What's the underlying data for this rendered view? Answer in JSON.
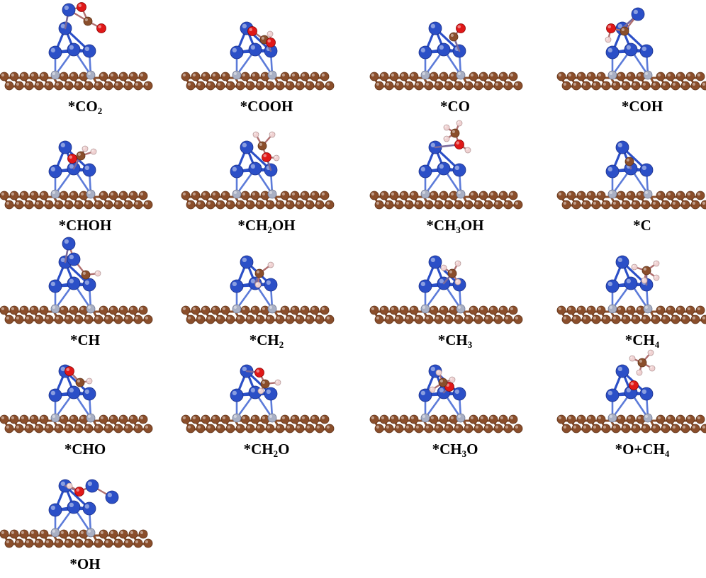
{
  "colors": {
    "carbon": "#8a4e2b",
    "carbon_dark": "#5e3218",
    "metal": "#2b4fc7",
    "metal_dark": "#1a2f88",
    "nitrogen": "#a9b0c4",
    "oxygen": "#e01818",
    "hydrogen": "#f0d2d2",
    "background": "#ffffff"
  },
  "panels": [
    {
      "id": "co2",
      "label": {
        "main": "*CO",
        "sub": "2",
        "tail": ""
      },
      "adsorbate": [
        [
          "M",
          97,
          14
        ],
        [
          "C",
          124,
          30
        ],
        [
          "O",
          115,
          10
        ],
        [
          "O",
          143,
          40
        ]
      ],
      "bonds": [
        [
          0,
          1
        ],
        [
          1,
          2
        ],
        [
          1,
          3
        ],
        [
          0,
          2
        ]
      ]
    },
    {
      "id": "cooh",
      "label": {
        "main": "*COOH",
        "sub": "",
        "tail": ""
      },
      "adsorbate": [
        [
          "C",
          117,
          56
        ],
        [
          "O",
          100,
          44
        ],
        [
          "O",
          126,
          60
        ],
        [
          "H",
          125,
          48
        ]
      ],
      "bonds": [
        [
          0,
          1
        ],
        [
          0,
          2
        ],
        [
          2,
          3
        ]
      ]
    },
    {
      "id": "co",
      "label": {
        "main": "*CO",
        "sub": "",
        "tail": ""
      },
      "adsorbate": [
        [
          "C",
          118,
          52
        ],
        [
          "O",
          128,
          40
        ]
      ],
      "bonds": [
        [
          0,
          1
        ]
      ]
    },
    {
      "id": "coh",
      "label": {
        "main": "*COH",
        "sub": "",
        "tail": ""
      },
      "adsorbate": [
        [
          "M",
          114,
          20
        ],
        [
          "C",
          95,
          44
        ],
        [
          "O",
          76,
          40
        ],
        [
          "H",
          72,
          56
        ]
      ],
      "bonds": [
        [
          0,
          1
        ],
        [
          1,
          2
        ],
        [
          2,
          3
        ]
      ]
    },
    {
      "id": "choh",
      "label": {
        "main": "*CHOH",
        "sub": "",
        "tail": ""
      },
      "adsorbate": [
        [
          "C",
          114,
          52
        ],
        [
          "O",
          102,
          56
        ],
        [
          "H",
          132,
          46
        ],
        [
          "H",
          120,
          42
        ]
      ],
      "bonds": [
        [
          0,
          1
        ],
        [
          0,
          2
        ],
        [
          0,
          3
        ]
      ]
    },
    {
      "id": "ch2oh",
      "label": {
        "main": "*CH",
        "sub": "2",
        "tail": "OH"
      },
      "adsorbate": [
        [
          "O",
          120,
          54
        ],
        [
          "C",
          114,
          38
        ],
        [
          "H",
          105,
          22
        ],
        [
          "H",
          128,
          22
        ],
        [
          "H",
          134,
          55
        ]
      ],
      "bonds": [
        [
          0,
          1
        ],
        [
          1,
          2
        ],
        [
          1,
          3
        ],
        [
          0,
          4
        ]
      ]
    },
    {
      "id": "ch3oh",
      "label": {
        "main": "*CH",
        "sub": "3",
        "tail": "OH"
      },
      "adsorbate": [
        [
          "O",
          126,
          36
        ],
        [
          "C",
          120,
          20
        ],
        [
          "H",
          108,
          12
        ],
        [
          "H",
          126,
          6
        ],
        [
          "H",
          108,
          28
        ],
        [
          "H",
          138,
          44
        ]
      ],
      "bonds": [
        [
          0,
          1
        ],
        [
          1,
          2
        ],
        [
          1,
          3
        ],
        [
          1,
          4
        ],
        [
          0,
          5
        ]
      ]
    },
    {
      "id": "c",
      "label": {
        "main": "*C",
        "sub": "",
        "tail": ""
      },
      "adsorbate": [
        [
          "C",
          102,
          60
        ]
      ],
      "bonds": []
    },
    {
      "id": "ch",
      "label": {
        "main": "*CH",
        "sub": "",
        "tail": ""
      },
      "adsorbate": [
        [
          "M",
          97,
          14
        ],
        [
          "M",
          104,
          36
        ],
        [
          "C",
          121,
          58
        ],
        [
          "H",
          138,
          56
        ]
      ],
      "bonds": [
        [
          0,
          1
        ],
        [
          1,
          2
        ],
        [
          2,
          3
        ]
      ]
    },
    {
      "id": "ch2",
      "label": {
        "main": "*CH",
        "sub": "2",
        "tail": ""
      },
      "adsorbate": [
        [
          "C",
          110,
          56
        ],
        [
          "H",
          126,
          44
        ],
        [
          "H",
          108,
          72
        ]
      ],
      "bonds": [
        [
          0,
          1
        ],
        [
          0,
          2
        ]
      ]
    },
    {
      "id": "ch3",
      "label": {
        "main": "*CH",
        "sub": "3",
        "tail": ""
      },
      "adsorbate": [
        [
          "C",
          116,
          56
        ],
        [
          "H",
          104,
          48
        ],
        [
          "H",
          124,
          42
        ],
        [
          "H",
          124,
          68
        ]
      ],
      "bonds": [
        [
          0,
          1
        ],
        [
          0,
          2
        ],
        [
          0,
          3
        ]
      ]
    },
    {
      "id": "ch4",
      "label": {
        "main": "*CH",
        "sub": "4",
        "tail": ""
      },
      "adsorbate": [
        [
          "C",
          126,
          52
        ],
        [
          "H",
          109,
          47
        ],
        [
          "H",
          140,
          42
        ],
        [
          "H",
          140,
          62
        ],
        [
          "H",
          123,
          66
        ]
      ],
      "bonds": [
        [
          0,
          1
        ],
        [
          0,
          2
        ],
        [
          0,
          3
        ],
        [
          0,
          4
        ]
      ]
    },
    {
      "id": "cho",
      "label": {
        "main": "*CHO",
        "sub": "",
        "tail": ""
      },
      "adsorbate": [
        [
          "O",
          98,
          40
        ],
        [
          "C",
          113,
          56
        ],
        [
          "H",
          126,
          54
        ]
      ],
      "bonds": [
        [
          0,
          1
        ],
        [
          1,
          2
        ]
      ]
    },
    {
      "id": "ch2o",
      "label": {
        "main": "*CH",
        "sub": "2",
        "tail": "O"
      },
      "adsorbate": [
        [
          "O",
          110,
          42
        ],
        [
          "C",
          118,
          58
        ],
        [
          "H",
          136,
          56
        ],
        [
          "H",
          112,
          68
        ]
      ],
      "bonds": [
        [
          0,
          1
        ],
        [
          1,
          2
        ],
        [
          1,
          3
        ]
      ]
    },
    {
      "id": "ch3o",
      "label": {
        "main": "*CH",
        "sub": "3",
        "tail": "O"
      },
      "adsorbate": [
        [
          "O",
          112,
          62
        ],
        [
          "C",
          103,
          56
        ],
        [
          "H",
          97,
          42
        ],
        [
          "H",
          88,
          66
        ],
        [
          "H",
          116,
          52
        ]
      ],
      "bonds": [
        [
          0,
          1
        ],
        [
          1,
          2
        ],
        [
          1,
          3
        ],
        [
          1,
          4
        ]
      ]
    },
    {
      "id": "o_ch4",
      "label": {
        "main": "*O+CH",
        "sub": "4",
        "tail": ""
      },
      "adsorbate": [
        [
          "O",
          108,
          60
        ],
        [
          "C",
          120,
          28
        ],
        [
          "H",
          106,
          22
        ],
        [
          "H",
          132,
          14
        ],
        [
          "H",
          134,
          36
        ],
        [
          "H",
          116,
          42
        ]
      ],
      "bonds": [
        [
          1,
          2
        ],
        [
          1,
          3
        ],
        [
          1,
          4
        ],
        [
          1,
          5
        ]
      ]
    },
    {
      "id": "oh",
      "label": {
        "main": "*OH",
        "sub": "",
        "tail": ""
      },
      "adsorbate": [
        [
          "O",
          112,
          48
        ],
        [
          "H",
          98,
          40
        ],
        [
          "M",
          130,
          40
        ],
        [
          "M",
          158,
          56
        ]
      ],
      "bonds": [
        [
          0,
          1
        ],
        [
          0,
          2
        ],
        [
          2,
          3
        ]
      ]
    }
  ]
}
